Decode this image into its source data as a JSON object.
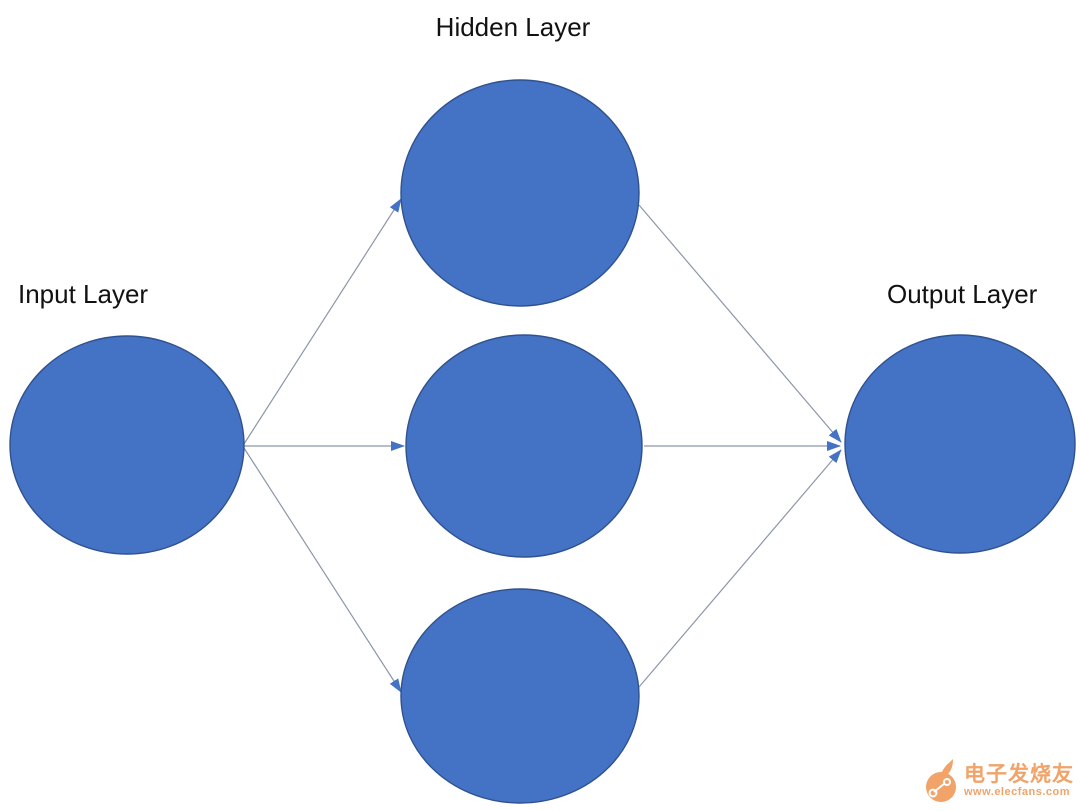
{
  "diagram": {
    "title": "Hidden Layer",
    "input_label": "Input Layer",
    "output_label": "Output Layer",
    "structure": {
      "type": "feedforward-neural-network",
      "input_nodes": 1,
      "hidden_nodes": 3,
      "output_nodes": 1,
      "connections": [
        {
          "from": "input-1",
          "to": "hidden-1"
        },
        {
          "from": "input-1",
          "to": "hidden-2"
        },
        {
          "from": "input-1",
          "to": "hidden-3"
        },
        {
          "from": "hidden-1",
          "to": "output-1"
        },
        {
          "from": "hidden-2",
          "to": "output-1"
        },
        {
          "from": "hidden-3",
          "to": "output-1"
        }
      ]
    }
  },
  "watermark": {
    "brand": "电子发烧友",
    "url": "www.elecfans.com"
  },
  "colors": {
    "background": "#FFFFFF",
    "node_fill": "#4472C4",
    "node_stroke": "#2F528F",
    "connector": "#8C96A8",
    "arrowhead": "#4472C4",
    "label_text": "#111111",
    "watermark_orange": "#EF9350"
  }
}
